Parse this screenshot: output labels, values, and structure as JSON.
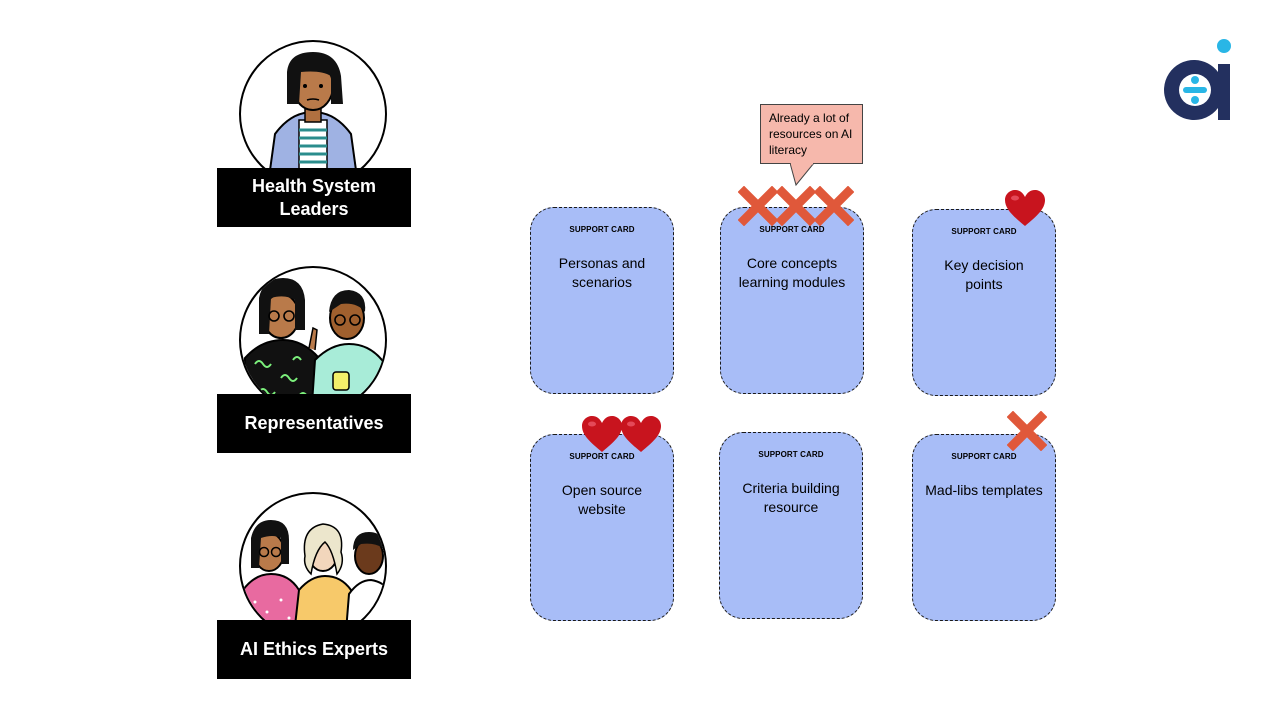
{
  "personas": [
    {
      "label": "Health System Leaders",
      "icon": "health-leader-illustration"
    },
    {
      "label": "Representatives",
      "icon": "representatives-illustration"
    },
    {
      "label": "AI Ethics Experts",
      "icon": "ethics-experts-illustration"
    }
  ],
  "callout": {
    "text": "Already a lot of resources on AI literacy"
  },
  "cards": [
    {
      "kicker": "SUPPORT CARD",
      "title": "Personas and scenarios",
      "hearts": 0,
      "crosses": 0
    },
    {
      "kicker": "SUPPORT CARD",
      "title": "Core concepts learning modules",
      "hearts": 0,
      "crosses": 3
    },
    {
      "kicker": "SUPPORT CARD",
      "title": "Key decision points",
      "hearts": 1,
      "crosses": 0
    },
    {
      "kicker": "SUPPORT CARD",
      "title": "Open source website",
      "hearts": 2,
      "crosses": 0
    },
    {
      "kicker": "SUPPORT CARD",
      "title": "Criteria building resource",
      "hearts": 0,
      "crosses": 0
    },
    {
      "kicker": "SUPPORT CARD",
      "title": "Mad-libs templates",
      "hearts": 0,
      "crosses": 1
    }
  ],
  "colors": {
    "card_fill": "#a8bdf7",
    "heart": "#c8141e",
    "cross": "#e0583a",
    "callout_fill": "#f6b8ac",
    "logo_navy": "#23305f",
    "logo_cyan": "#29b6e6"
  }
}
